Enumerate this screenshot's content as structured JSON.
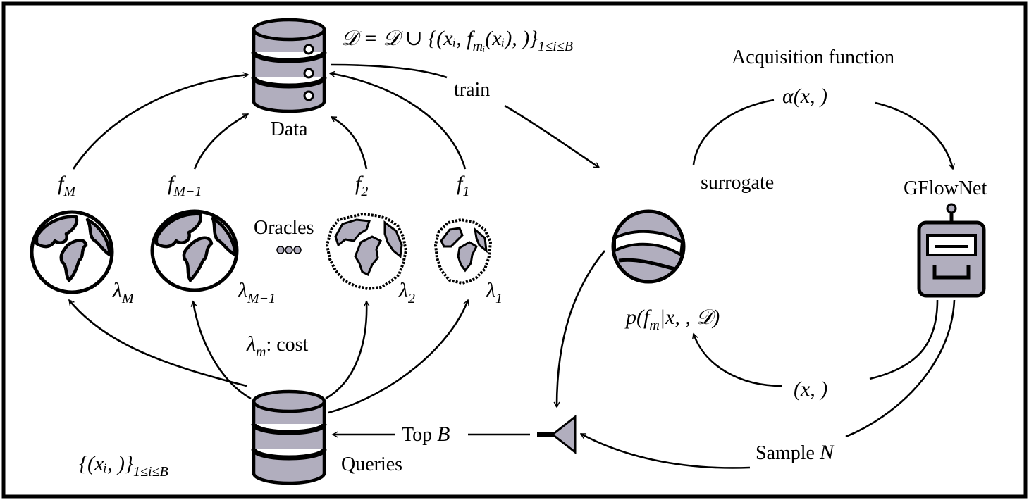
{
  "labels": {
    "data": "Data",
    "queries": "Queries",
    "train": "train",
    "oracles": "Oracles",
    "surrogate": "surrogate",
    "gflownet": "GFlowNet",
    "acquisition_function": "Acquisition function",
    "cost": ": cost"
  },
  "math": {
    "dataset_update": "𝒟 = 𝒟 ∪ {(xᵢ, f",
    "dataset_update_sub": "mᵢ",
    "dataset_update_tail": "(xᵢ),     )}",
    "dataset_update_range": "1≤i≤B",
    "alpha": "α(x,    )",
    "posterior": "p(f",
    "posterior_sub": "m",
    "posterior_tail": "|x,    , 𝒟)",
    "candidate": "(x,    )",
    "sample_prefix": "Sample ",
    "sample_n": "N",
    "top_prefix": "Top ",
    "top_b": "B",
    "queries_set": "{(xᵢ,     )}",
    "queries_range": "1≤i≤B",
    "f": "f",
    "lambda": "λ"
  },
  "oracles": [
    {
      "f_sub": "M",
      "lambda_sub": "M"
    },
    {
      "f_sub": "M−1",
      "lambda_sub": "M−1"
    },
    {
      "f_sub": "2",
      "lambda_sub": "2"
    },
    {
      "f_sub": "1",
      "lambda_sub": "1"
    }
  ],
  "cost_lambda_sub": "m",
  "colors": {
    "icon_fill": "#b1aebe",
    "stroke": "#000000",
    "frame": "#000000"
  },
  "icons": [
    "database-icon",
    "globe-icon",
    "rough-globe-icon",
    "ball-icon",
    "robot-icon",
    "funnel-icon",
    "ellipsis-icon"
  ]
}
